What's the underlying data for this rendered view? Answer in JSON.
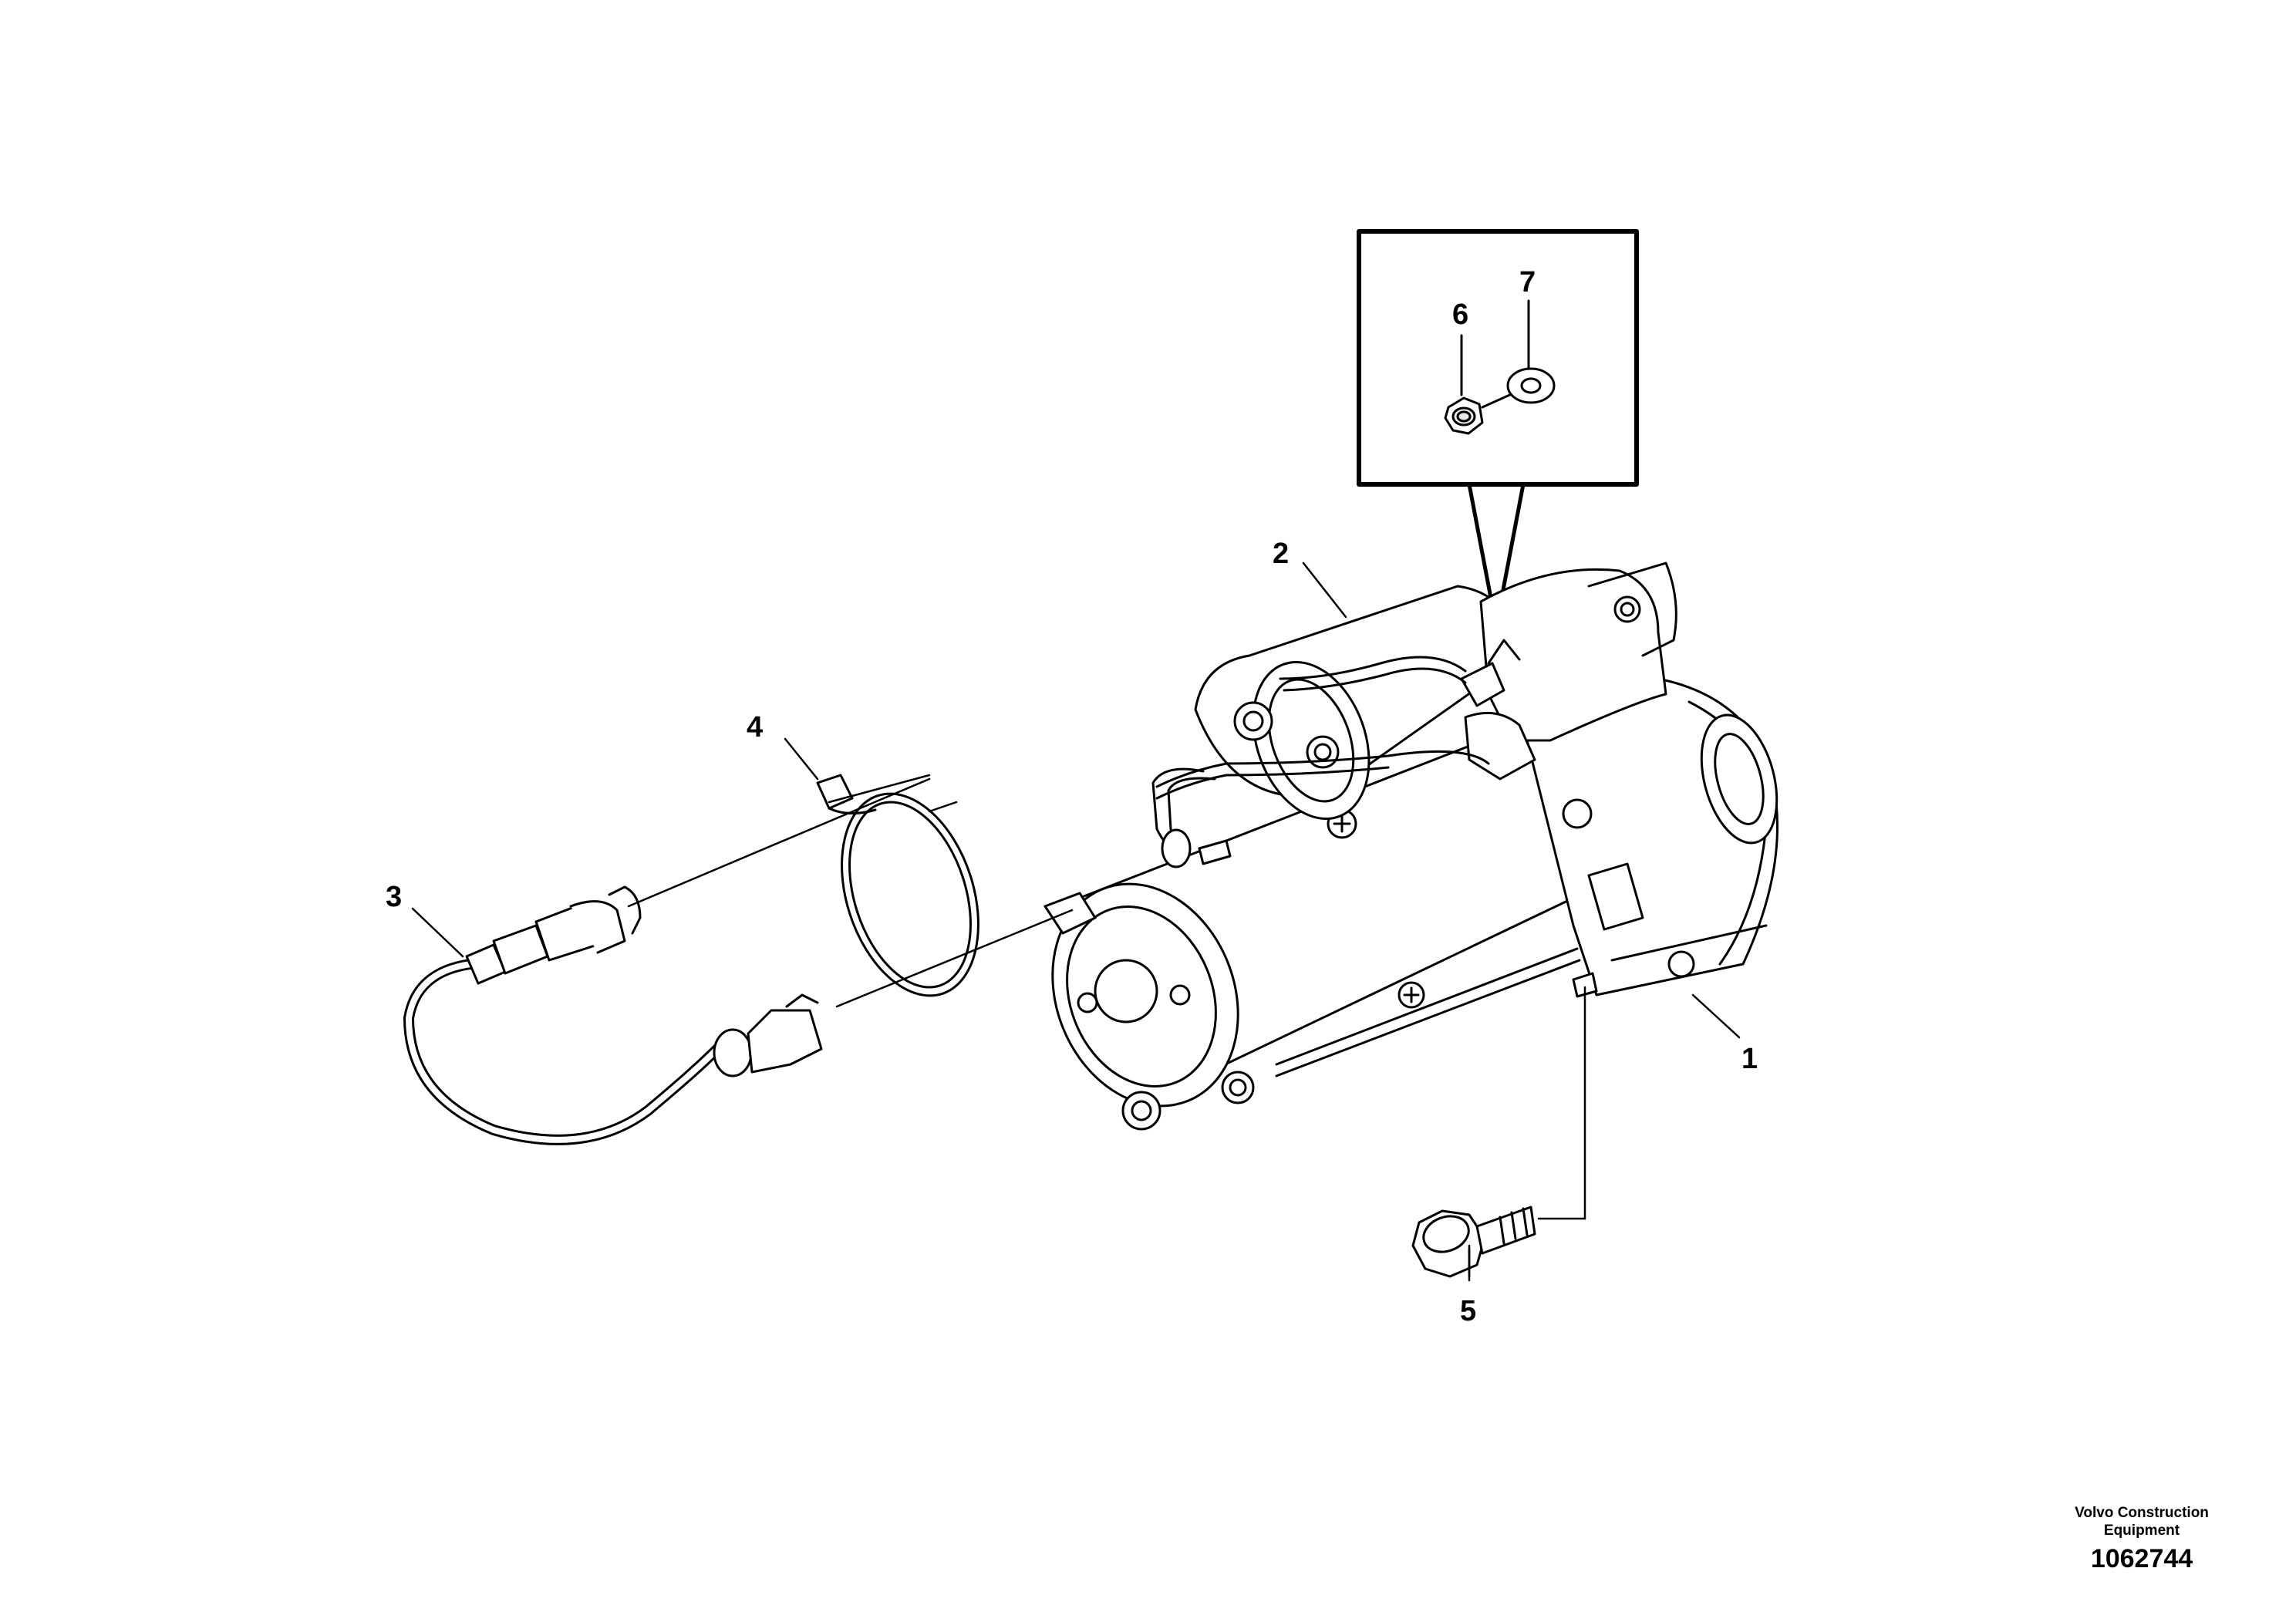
{
  "diagram": {
    "callouts": [
      "1",
      "2",
      "3",
      "4",
      "5",
      "6",
      "7"
    ]
  },
  "footer": {
    "company_line1": "Volvo Construction",
    "company_line2": "Equipment",
    "drawing_number": "1062744"
  }
}
